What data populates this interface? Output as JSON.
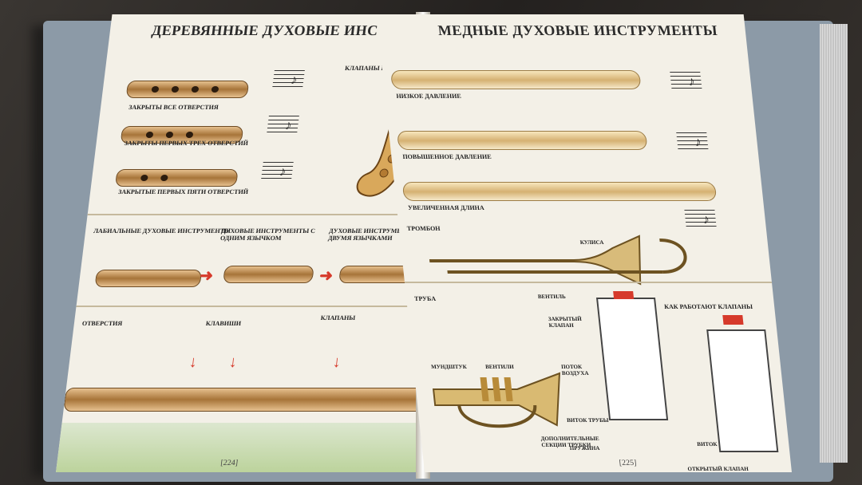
{
  "left_page": {
    "title": "ДЕРЕВЯННЫЕ ДУХОВЫЕ ИНСТРУМЕНТЫ",
    "sections": {
      "closed_all": "ЗАКРЫТЫ ВСЕ ОТВЕРСТИЯ",
      "closed_three": "ЗАКРЫТЫ ПЕРВЫХ ТРЕХ ОТВЕРСТИЙ",
      "closed_five": "ЗАКРЫТЫЕ ПЕРВЫХ ПЯТИ ОТВЕРСТИЙ",
      "valves_bends": "КЛАПАНЫ И ИЗГИБЫ",
      "labial": "ЛАБИАЛЬНЫЕ ДУХОВЫЕ ИНСТРУМЕНТЫ",
      "single_reed": "ДУХОВЫЕ ИНСТРУМЕНТЫ С ОДНИМ ЯЗЫЧКОМ",
      "double_reed": "ДУХОВЫЕ ИНСТРУМЕНТЫ С ДВУМЯ ЯЗЫЧКАМИ",
      "holes": "ОТВЕРСТИЯ",
      "keys": "КЛАВИШИ",
      "valves": "КЛАПАНЫ"
    },
    "page_number": "[224]"
  },
  "right_page": {
    "title": "МЕДНЫЕ ДУХОВЫЕ ИНСТРУМЕНТЫ",
    "sections": {
      "low_pressure": "НИЗКОЕ ДАВЛЕНИЕ",
      "high_pressure": "ПОВЫШЕННОЕ ДАВЛЕНИЕ",
      "extended_length": "УВЕЛИЧЕННАЯ ДЛИНА",
      "trombone": "ТРОМБОН",
      "trumpet": "ТРУБА",
      "how_valves": "КАК РАБОТАЮТ КЛАПАНЫ"
    },
    "labels": {
      "slide": "КУЛИСА",
      "mouthpiece": "МУНДШТУК",
      "valves": "ВЕНТИЛИ",
      "valve": "ВЕНТИЛЬ",
      "closed_valve": "ЗАКРЫТЫЙ КЛАПАН",
      "air_flow": "ПОТОК ВОЗДУХА",
      "tube_turn": "ВИТОК ТРУБЫ",
      "extra_sections": "ДОПОЛНИТЕЛЬНЫЕ СЕКЦИИ ТРУБКИ",
      "spring": "ПРУЖИНА",
      "open_valve": "ОТКРЫТЫЙ КЛАПАН"
    },
    "page_number": "[225]"
  }
}
